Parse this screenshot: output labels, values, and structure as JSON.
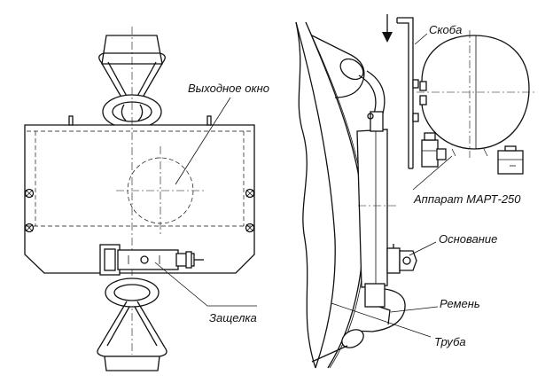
{
  "labels": {
    "output_window": "Выходное окно",
    "latch": "Защелка",
    "bracket": "Скоба",
    "device": "Аппарат МАРТ-250",
    "base": "Основание",
    "strap": "Ремень",
    "pipe": "Труба"
  }
}
